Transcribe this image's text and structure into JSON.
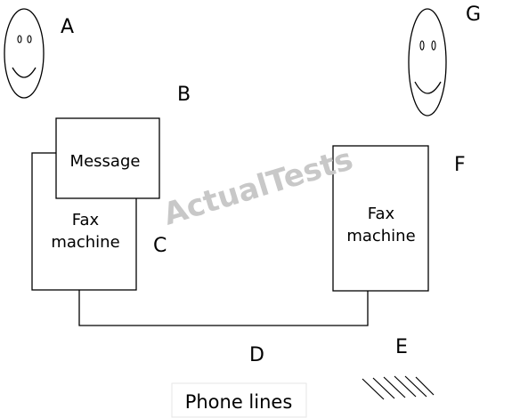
{
  "labels": {
    "A": "A",
    "B": "B",
    "C": "C",
    "D": "D",
    "E": "E",
    "F": "F",
    "G": "G"
  },
  "left_fax": {
    "message_label": "Message",
    "fax_label_line1": "Fax",
    "fax_label_line2": "machine"
  },
  "right_fax": {
    "fax_label_line1": "Fax",
    "fax_label_line2": "machine"
  },
  "caption": "Phone lines",
  "watermark": "ActualTests",
  "icons": [
    "smiley-face-icon",
    "smiley-face-icon",
    "phone-line-hatch-icon"
  ],
  "colors": {
    "line": "#000000",
    "watermark": "#c8c8c8",
    "caption_border": "#e6e6e6"
  }
}
